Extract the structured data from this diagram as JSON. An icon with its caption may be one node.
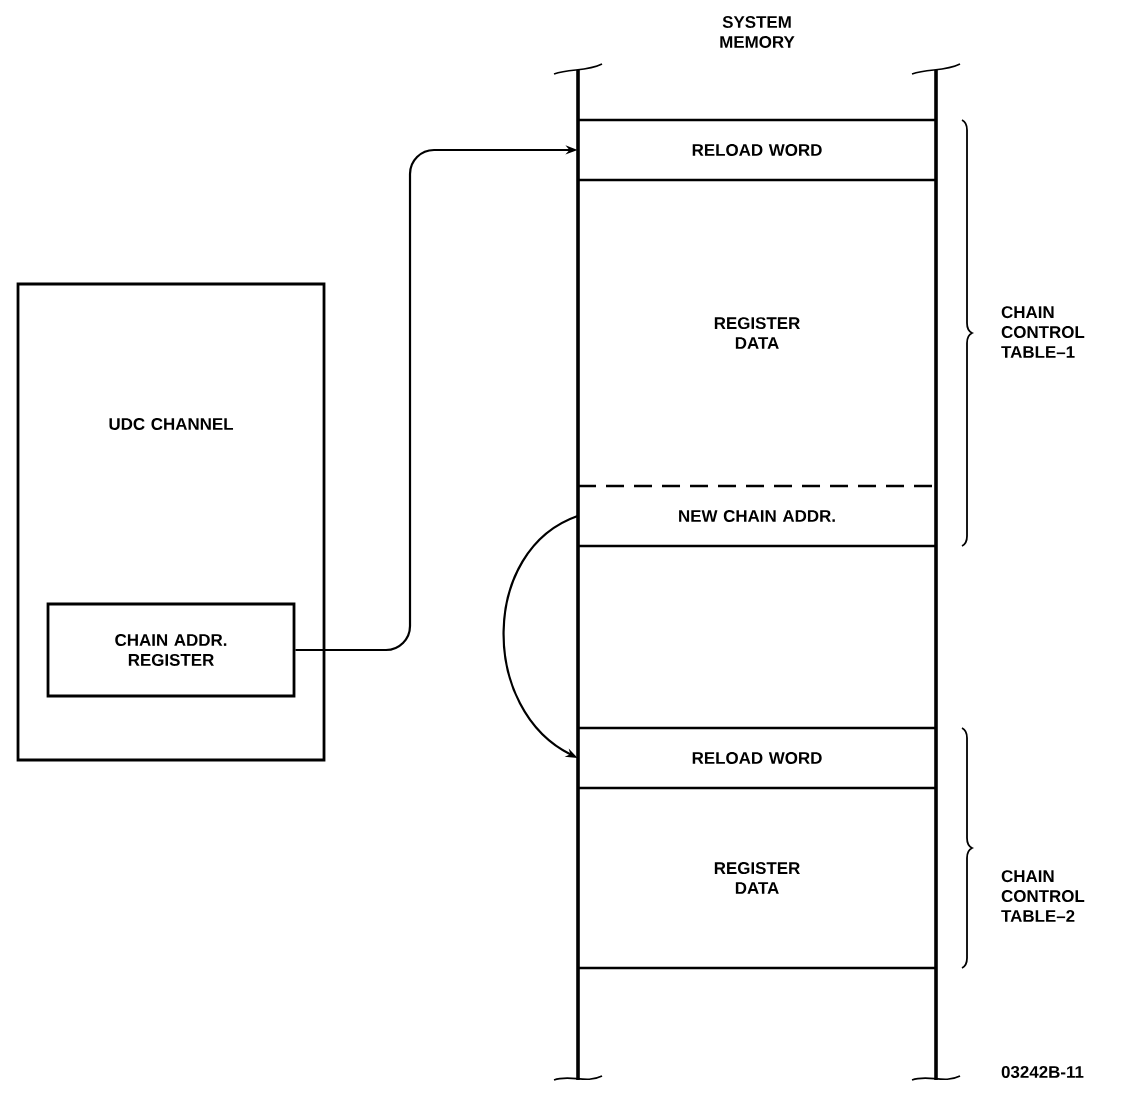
{
  "diagram": {
    "nodes": [
      {
        "text": [
          "UDC CHANNEL"
        ]
      },
      {
        "text": [
          "CHAIN ADDR. REGISTER"
        ],
        "in": 0
      },
      {
        "text": [
          "SYSTEM MEMORY"
        ]
      },
      {
        "text": [
          "RELOAD WORD"
        ],
        "in": 2
      },
      {
        "text": [
          "REGISTER DATA"
        ],
        "in": 2
      },
      {
        "text": [
          "NEW CHAIN ADDR."
        ],
        "in": 2
      },
      {
        "text": [
          "RELOAD WORD"
        ],
        "in": 2
      },
      {
        "text": [
          "REGISTER DATA"
        ],
        "in": 2
      }
    ],
    "edges": [
      {
        "from": 1,
        "to": 3,
        "arrow": "to"
      },
      {
        "from": 5,
        "to": 6,
        "arrow": "to"
      }
    ],
    "labels": [
      "CHAIN CONTROL TABLE–1",
      "CHAIN CONTROL TABLE–2",
      "03242B-11"
    ]
  }
}
